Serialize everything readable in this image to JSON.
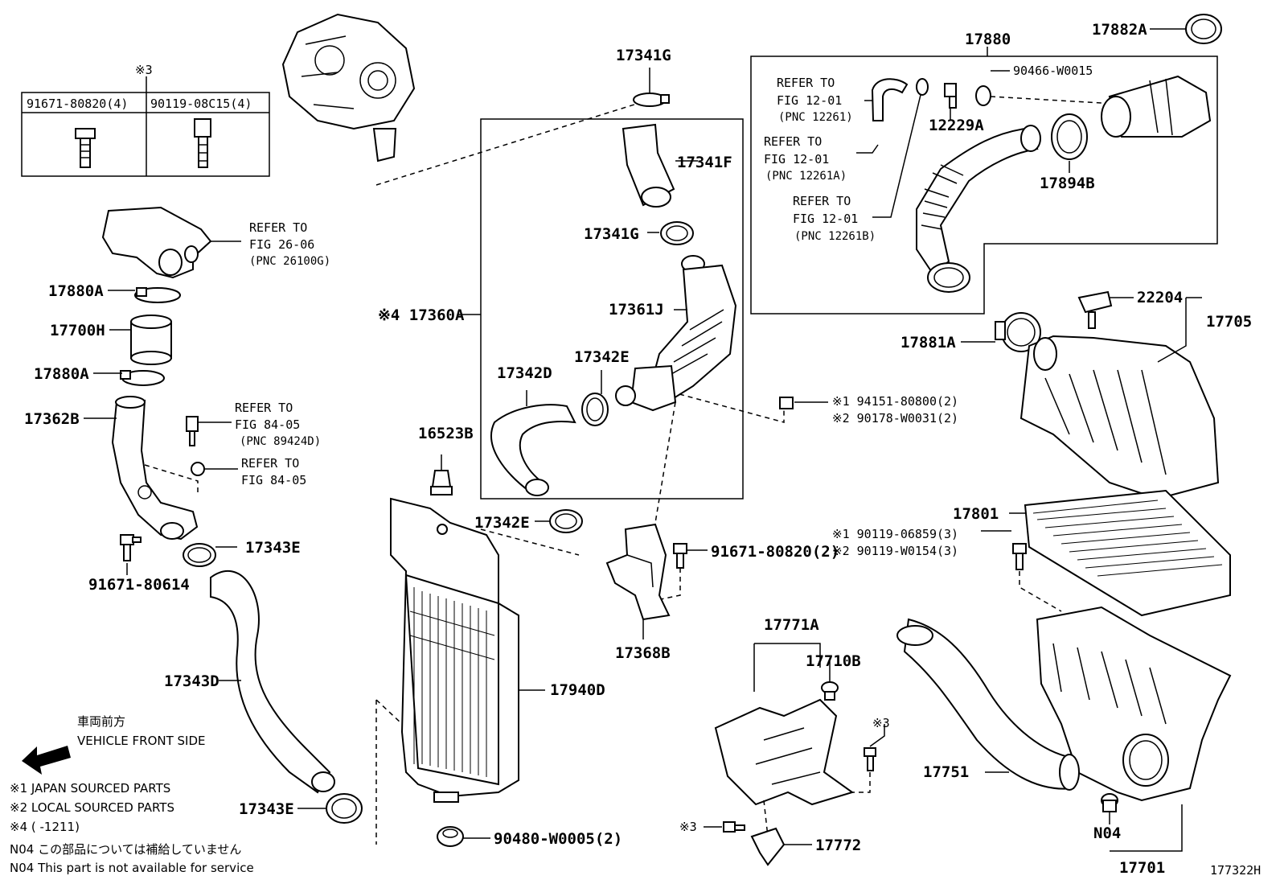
{
  "diagram_id": "177322H",
  "bolt_table": {
    "note_mark": "※3",
    "col1": "91671-80820(4)",
    "col2": "90119-08C15(4)"
  },
  "part_labels": {
    "p17341G_top": "17341G",
    "p17341F": "17341F",
    "p17341G_mid": "17341G",
    "p17361J": "17361J",
    "p17360A": "※4 17360A",
    "p17342D": "17342D",
    "p17342E_in": "17342E",
    "p17342E_out": "17342E",
    "p16523B": "16523B",
    "p17368B": "17368B",
    "p91671_80820_2": "91671-80820(2)",
    "p17940D": "17940D",
    "p90480": "90480-W0005(2)",
    "p17880A_1": "17880A",
    "p17700H": "17700H",
    "p17880A_2": "17880A",
    "p17362B": "17362B",
    "p91671_80614": "91671-80614",
    "p17343E_1": "17343E",
    "p17343D": "17343D",
    "p17343E_2": "17343E",
    "p17880": "17880",
    "p17882A": "17882A",
    "p90466": "90466-W0015",
    "p12229A": "12229A",
    "p17894B": "17894B",
    "p17881A": "17881A",
    "p22204": "22204",
    "p17705": "17705",
    "p17801": "17801",
    "p17751": "17751",
    "pN04": "N04",
    "p17701": "17701",
    "p17771A": "17771A",
    "p17710B": "17710B",
    "p17772": "17772",
    "mark3_a": "※3",
    "mark3_b": "※3"
  },
  "refer_notes": [
    {
      "line1": "REFER TO",
      "line2": "FIG 26-06",
      "line3": "(PNC 26100G)"
    },
    {
      "line1": "REFER TO",
      "line2": "FIG 84-05",
      "line3": "(PNC 89424D)"
    },
    {
      "line1": "REFER TO",
      "line2": "FIG 84-05",
      "line3": ""
    },
    {
      "line1": "REFER TO",
      "line2": "FIG 12-01",
      "line3": "(PNC 12261)"
    },
    {
      "line1": "REFER TO",
      "line2": "FIG 12-01",
      "line3": "(PNC 12261A)"
    },
    {
      "line1": "REFER TO",
      "line2": "FIG 12-01",
      "line3": "(PNC 12261B)"
    }
  ],
  "sourced_pairs": [
    {
      "l1": "※1 94151-80800(2)",
      "l2": "※2 90178-W0031(2)"
    },
    {
      "l1": "※1 90119-06859(3)",
      "l2": "※2 90119-W0154(3)"
    }
  ],
  "legend": {
    "front_jp": "車両前方",
    "front_en": "VEHICLE FRONT SIDE",
    "note1": "※1 JAPAN SOURCED PARTS",
    "note2": "※2 LOCAL SOURCED PARTS",
    "note4": "※4 (        -1211)",
    "n04_jp": "N04  この部品については補給していません",
    "n04_en": "N04  This part is not available for service"
  }
}
